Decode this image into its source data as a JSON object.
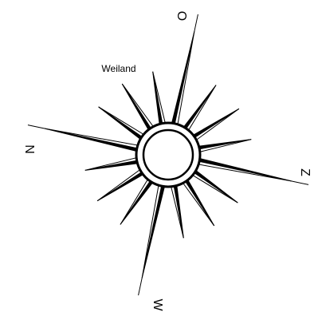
{
  "diagram": {
    "type": "compass-rose",
    "ray_count": 16,
    "colors": {
      "ink": "#000000",
      "paper": "#ffffff"
    },
    "labels": {
      "north": "O",
      "east": "Z",
      "south": "W",
      "west": "N",
      "annotation": "Weiland"
    }
  }
}
